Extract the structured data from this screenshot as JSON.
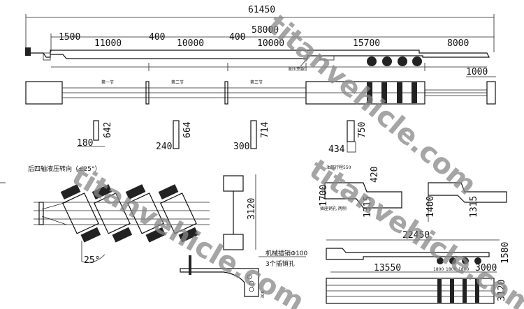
{
  "side_view": {
    "overall_length": "61450",
    "deck_length": "58000",
    "segments": [
      "1500",
      "11000",
      "400",
      "10000",
      "400",
      "10000",
      "15700",
      "8000"
    ],
    "outrigger_label": "液压支腿"
  },
  "top_view": {
    "sections": [
      "第一节",
      "第二节",
      "第三节"
    ],
    "rear_extension": "1000"
  },
  "cross_sections": [
    {
      "width": "180",
      "height": "642"
    },
    {
      "width": "240",
      "height": "664"
    },
    {
      "width": "300",
      "height": "714"
    },
    {
      "width": "434",
      "height": "750"
    }
  ],
  "steering": {
    "title": "后四轴液压转向（±25°）",
    "angle": "25°",
    "axle_width": "3120"
  },
  "gooseneck": {
    "cylinder_label": "油缸行程550",
    "dim_420": "420",
    "dim_1700": "1700",
    "dim_1315": "1315",
    "socket_label": "插座销孔 两侧",
    "dim_1400": "1400",
    "dim_1315b": "1315"
  },
  "pin": {
    "label1": "机械插销Φ100",
    "label2": "3个插销孔",
    "dim": "300"
  },
  "retracted": {
    "length": "22450",
    "height": "1580",
    "front": "13550",
    "spacings": [
      "1800",
      "1800",
      "1800",
      "3000"
    ],
    "width": "3120"
  },
  "watermark": "titanvehicle.com"
}
